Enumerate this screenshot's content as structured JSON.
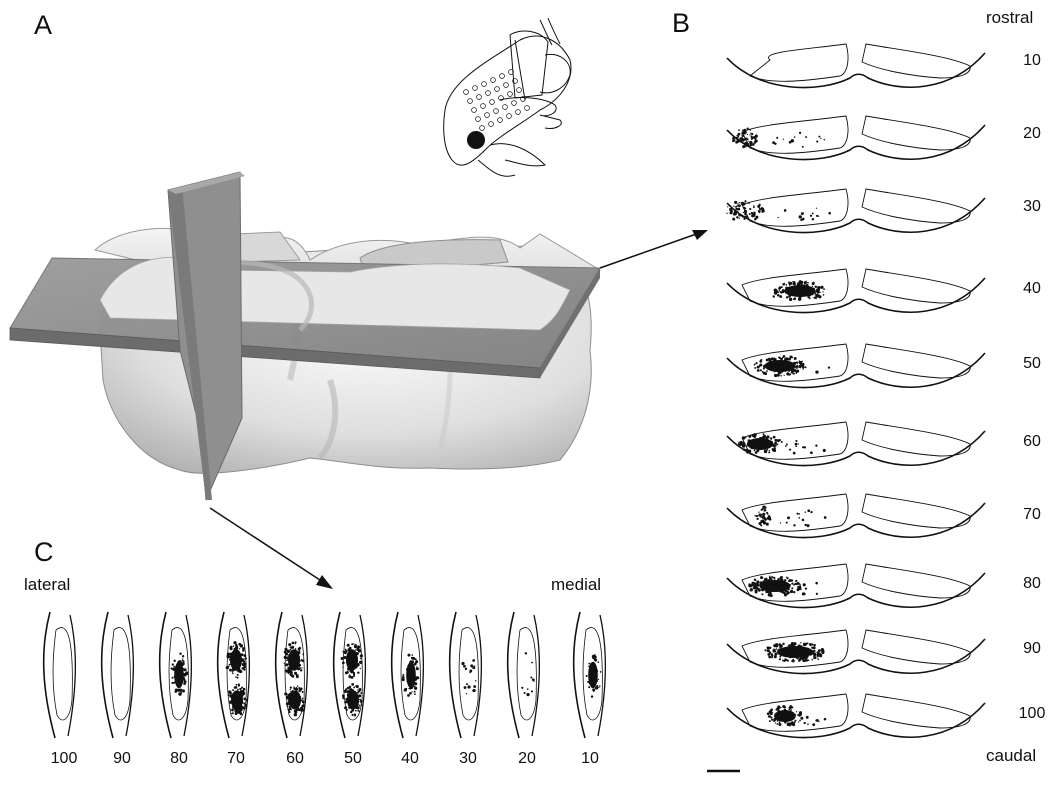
{
  "panels": {
    "a": {
      "letter": "A"
    },
    "b": {
      "letter": "B",
      "top_label": "rostral",
      "bottom_label": "caudal",
      "levels": [
        "10",
        "20",
        "30",
        "40",
        "50",
        "60",
        "70",
        "80",
        "90",
        "100"
      ]
    },
    "c": {
      "letter": "C",
      "left_label": "lateral",
      "right_label": "medial",
      "levels": [
        "100",
        "90",
        "80",
        "70",
        "60",
        "50",
        "40",
        "30",
        "20",
        "10"
      ]
    }
  },
  "icons": {
    "brain_model": "3d-brain-surface-icon",
    "body_map": "body-map-icon",
    "scale_bar": "scale-bar-icon"
  }
}
